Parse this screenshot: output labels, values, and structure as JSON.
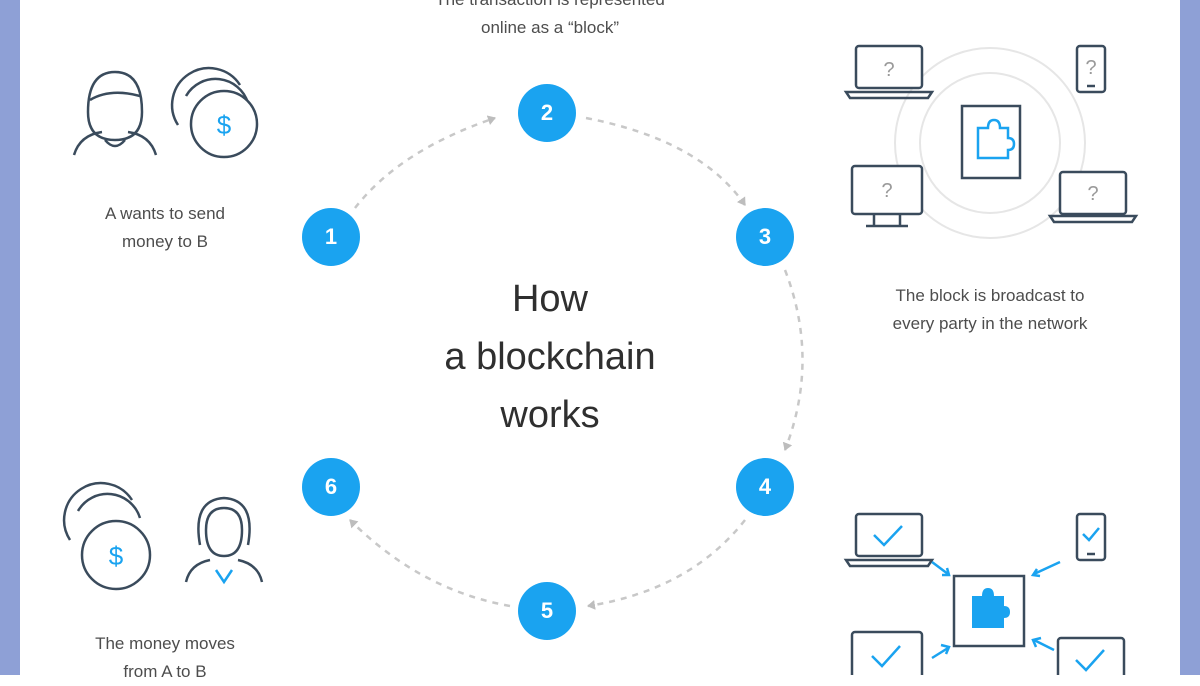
{
  "title": [
    "How",
    "a blockchain",
    "works"
  ],
  "steps": [
    {
      "number": "1",
      "caption": [
        "A wants to send",
        "money to B"
      ]
    },
    {
      "number": "2",
      "caption": [
        "The transaction is represented",
        "online as a “block”"
      ]
    },
    {
      "number": "3",
      "caption": [
        "The block is broadcast to",
        "every party in the network"
      ]
    },
    {
      "number": "4",
      "caption": []
    },
    {
      "number": "5",
      "caption": []
    },
    {
      "number": "6",
      "caption": [
        "The money moves",
        "from A to B"
      ]
    }
  ],
  "colors": {
    "accent": "#1aa3f0",
    "line": "#3a4b5c",
    "dashes": "#c8c8c8",
    "frame": "#8ea0d6"
  },
  "icons": [
    "person-icon",
    "coin-dollar-icon",
    "laptop-icon",
    "phone-icon",
    "monitor-icon",
    "puzzle-block-icon",
    "woman-icon",
    "checkmark-icon"
  ],
  "unknown_mark": "?",
  "currency_mark": "$"
}
